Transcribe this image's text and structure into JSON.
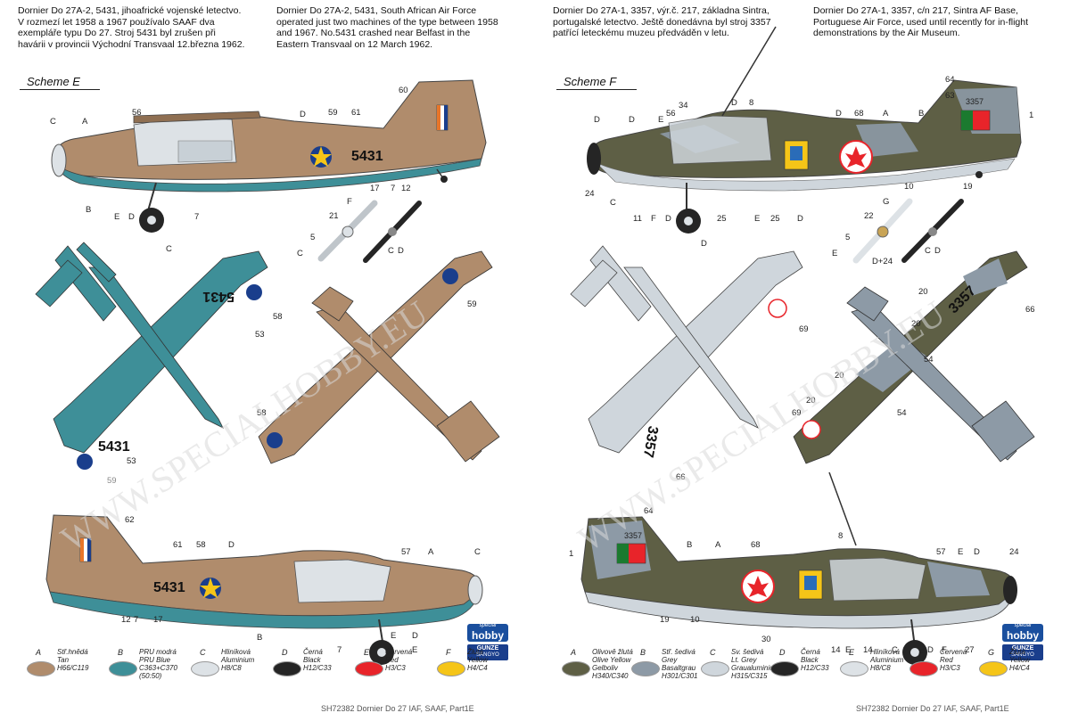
{
  "left": {
    "caption_cz": "Dornier Do 27A-2, 5431, jihoafrické vojenské letectvo.\nV rozmezí let 1958 a 1967 používalo SAAF dva\nexempláře typu Do 27. Stroj 5431 byl zrušen při\nhavárii v provincii Východní Transvaal 12.března 1962.",
    "caption_en": "Dornier Do 27A-2, 5431, South African Air Force\noperated just two machines of the type between 1958\nand 1967. No.5431 crashed near Belfast in the\nEastern Transvaal on 12 March 1962.",
    "scheme": "Scheme E",
    "serial": "5431",
    "legend": [
      {
        "letter": "A",
        "text": "Stř.hnědá\nTan\nH66/C119",
        "color": "#b08c6c"
      },
      {
        "letter": "B",
        "text": "PRU modrá\nPRU Blue\nC363+C370\n(50:50)",
        "color": "#3e8f98"
      },
      {
        "letter": "C",
        "text": "Hliníková\nAluminium\nH8/C8",
        "color": "#dde2e6"
      },
      {
        "letter": "D",
        "text": "Černá\nBlack\nH12/C33",
        "color": "#252525"
      },
      {
        "letter": "E",
        "text": "Červená\nRed\nH3/C3",
        "color": "#e8242a"
      },
      {
        "letter": "F",
        "text": "Žlutá\nYellow\nH4/C4",
        "color": "#f5c518"
      }
    ]
  },
  "right": {
    "caption_cz": "Dornier Do 27A-1, 3357, výr.č. 217, základna Sintra,\nportugalské letectvo. Ještě donedávna byl stroj 3357\npatřící leteckému muzeu předváděn v letu.",
    "caption_en": "Dornier Do 27A-1, 3357, c/n 217, Sintra AF Base,\nPortuguese Air Force, used until recently for in-flight\ndemonstrations by the Air Museum.",
    "scheme": "Scheme F",
    "serial": "3357",
    "legend": [
      {
        "letter": "A",
        "text": "Olivově žlutá\nOlive Yellow\nGelboliv\nH340/C340",
        "color": "#5e5f45"
      },
      {
        "letter": "B",
        "text": "Stř. šedivá\nGrey\nBasaltgrau\nH301/C301",
        "color": "#8d9aa6"
      },
      {
        "letter": "C",
        "text": "Sv. šedivá\nLt. Grey\nGraualuminium\nH315/C315",
        "color": "#cfd6dc"
      },
      {
        "letter": "D",
        "text": "Černá\nBlack\nH12/C33",
        "color": "#252525"
      },
      {
        "letter": "E",
        "text": "Hliníková\nAluminium\nH8/C8",
        "color": "#dde2e6"
      },
      {
        "letter": "F",
        "text": "Červená\nRed\nH3/C3",
        "color": "#e8242a"
      },
      {
        "letter": "G",
        "text": "Žlutá\nYellow\nH4/C4",
        "color": "#f5c518"
      }
    ]
  },
  "logos": {
    "brand_small": "special",
    "brand_big": "hobby",
    "gunze_top": "GUNZE",
    "gunze_bottom": "SANGYO"
  },
  "watermark": "WWW.SPECIALHOBBY.EU",
  "footer": "SH72382 Dornier Do 27 IAF, SAAF, Part1E"
}
